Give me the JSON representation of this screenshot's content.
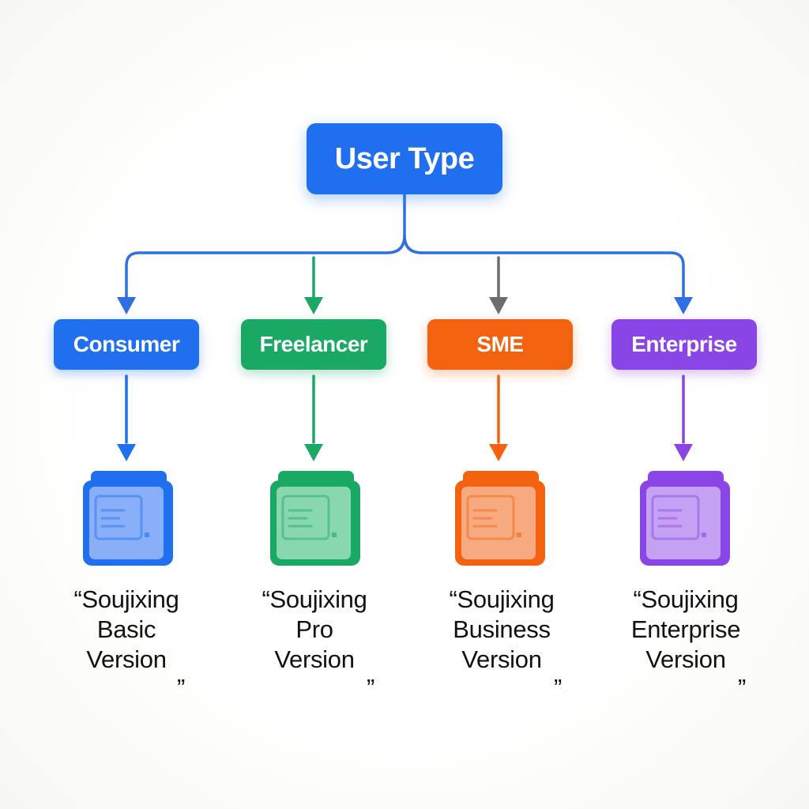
{
  "root": {
    "label": "User Type",
    "color": "#1f6fef"
  },
  "branches": [
    {
      "category": "Consumer",
      "color": "#1f6fef",
      "light": "#8fb2f8",
      "version_lines": [
        "“Soujixing",
        "Basic",
        "Version"
      ],
      "close_quote": "”"
    },
    {
      "category": "Freelancer",
      "color": "#1aa865",
      "light": "#8ed9b2",
      "version_lines": [
        "“Soujixing",
        "Pro",
        "Version"
      ],
      "close_quote": "”"
    },
    {
      "category": "SME",
      "color": "#f2620f",
      "light": "#f7ae86",
      "version_lines": [
        "“Soujixing",
        "Business",
        "Version"
      ],
      "close_quote": "”"
    },
    {
      "category": "Enterprise",
      "color": "#8a45e6",
      "light": "#c7a6f2",
      "version_lines": [
        "“Soujixing",
        "Enterprise",
        "Version"
      ],
      "close_quote": "”"
    }
  ],
  "icons": {
    "version_icon": "document-folder-icon",
    "connector": "arrow-down-icon"
  },
  "trunk_color": "#2f6fe3",
  "muted_arrow_color": "#6d6d6d"
}
